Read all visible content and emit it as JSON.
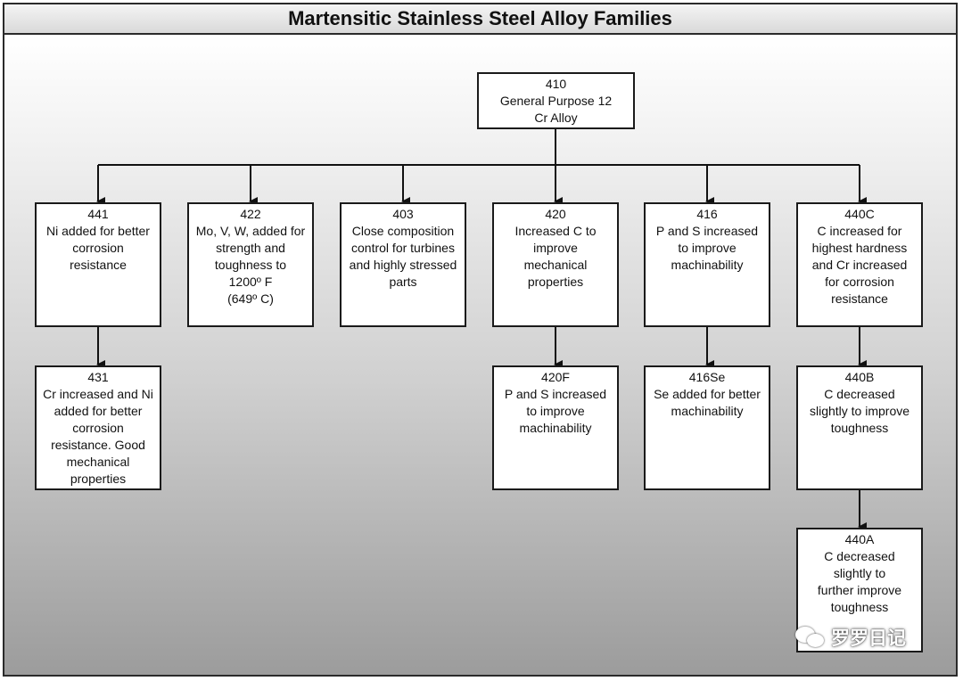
{
  "title": "Martensitic Stainless Steel Alloy Families",
  "nodes": {
    "n410": {
      "code": "410",
      "desc": "General Purpose 12\nCr Alloy"
    },
    "n441": {
      "code": "441",
      "desc": "Ni added for better\ncorrosion\nresistance"
    },
    "n422": {
      "code": "422",
      "desc": "Mo, V, W, added for\nstrength and\ntoughness to\n1200º F\n(649º C)"
    },
    "n403": {
      "code": "403",
      "desc": "Close composition\ncontrol for turbines\nand highly stressed\nparts"
    },
    "n420": {
      "code": "420",
      "desc": "Increased C to\nimprove\nmechanical\nproperties"
    },
    "n416": {
      "code": "416",
      "desc": "P and S increased\nto improve\nmachinability"
    },
    "n440C": {
      "code": "440C",
      "desc": "C increased for\nhighest hardness\nand Cr increased\nfor corrosion\nresistance"
    },
    "n431": {
      "code": "431",
      "desc": "Cr increased and Ni\nadded for better\ncorrosion\nresistance. Good\nmechanical\nproperties"
    },
    "n420F": {
      "code": "420F",
      "desc": "P and S increased\nto improve\nmachinability"
    },
    "n416Se": {
      "code": "416Se",
      "desc": "Se added for better\nmachinability"
    },
    "n440B": {
      "code": "440B",
      "desc": "C decreased\nslightly to improve\ntoughness"
    },
    "n440A": {
      "code": "440A",
      "desc": "C decreased\nslightly to\nfurther improve\ntoughness"
    }
  },
  "watermark": {
    "text": "罗罗日记",
    "icon": "wechat-icon"
  }
}
